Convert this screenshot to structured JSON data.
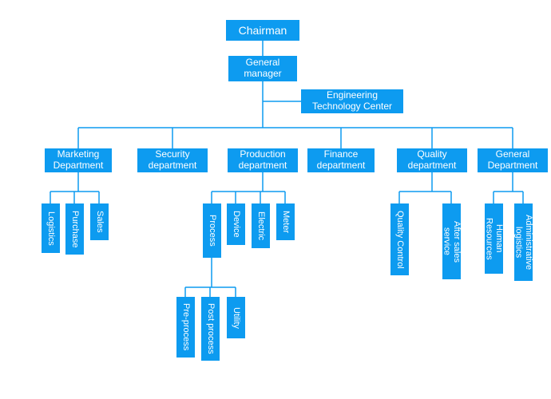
{
  "org_chart": {
    "accent_color": "#0d9bf0",
    "chairman": "Chairman",
    "general_manager": "General manager",
    "engineering_center": "Engineering Technology Center",
    "departments": {
      "marketing": {
        "label": "Marketing Department",
        "children": {
          "logistics": "Logistics",
          "purchase": "Purchase",
          "sales": "Sales"
        }
      },
      "security": {
        "label": "Security department"
      },
      "production": {
        "label": "Production department",
        "children": {
          "process": "Process",
          "device": "Device",
          "electric": "Electric",
          "meter": "Meter"
        },
        "process_children": {
          "pre_process": "Pre-process",
          "post_process": "Post process",
          "utility": "Utility"
        }
      },
      "finance": {
        "label": "Finance department"
      },
      "quality": {
        "label": "Quality department",
        "children": {
          "quality_control": "Quality Control",
          "after_sales": "After sales service"
        }
      },
      "general": {
        "label": "General Department",
        "children": {
          "human_resources": "Human Resources",
          "admin_logistics": "Administrative logistics"
        }
      }
    }
  }
}
